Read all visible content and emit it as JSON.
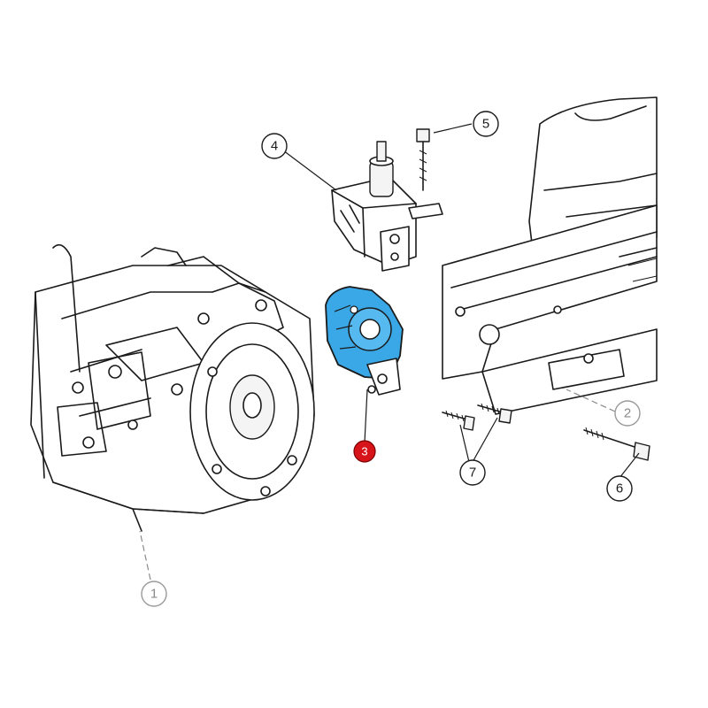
{
  "diagram": {
    "callouts": [
      {
        "label": "1",
        "style": "faded"
      },
      {
        "label": "2",
        "style": "faded"
      },
      {
        "label": "3",
        "style": "highlighted"
      },
      {
        "label": "4",
        "style": "normal"
      },
      {
        "label": "5",
        "style": "normal"
      },
      {
        "label": "6",
        "style": "normal"
      },
      {
        "label": "7",
        "style": "normal"
      }
    ],
    "colors": {
      "highlighted_part": "#3aa7e6",
      "highlighted_callout": "#d7141a",
      "line": "#1a1a1a",
      "faded": "#9a9a9a"
    }
  }
}
